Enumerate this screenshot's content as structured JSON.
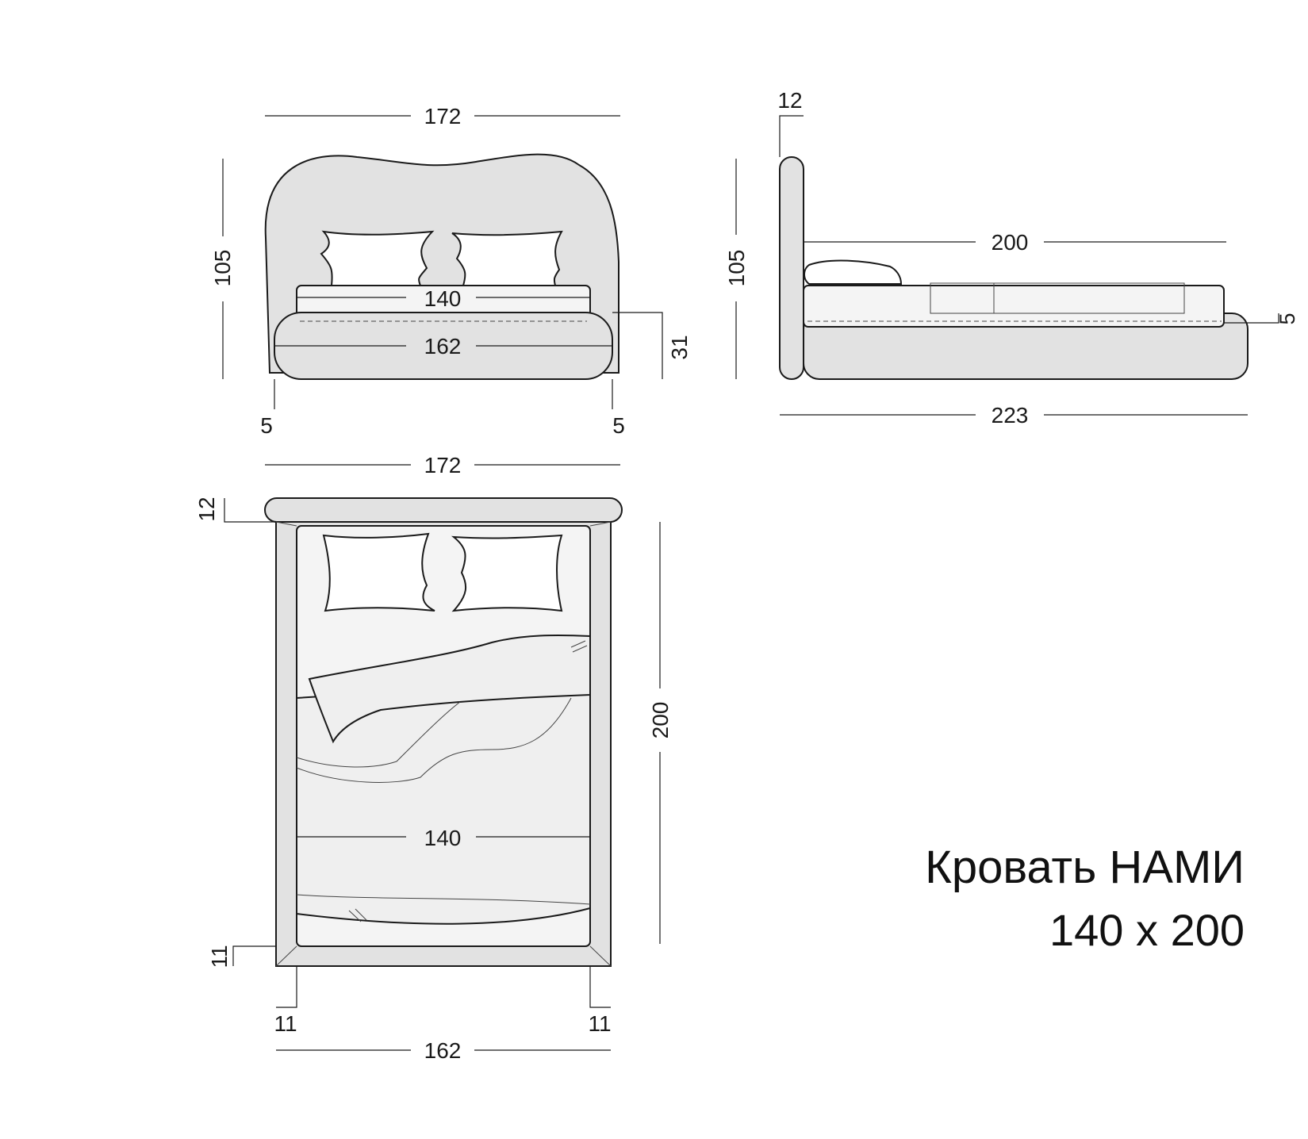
{
  "title": {
    "name": "Кровать НАМИ",
    "size": "140 x 200"
  },
  "colors": {
    "upholstery": "#e2e2e2",
    "mattress": "#f4f4f4",
    "blanket": "#efefef",
    "line": "#1a1a1a"
  },
  "front_view": {
    "overall_width": "172",
    "height": "105",
    "mattress_width": "140",
    "base_width": "162",
    "base_height": "31",
    "side_left": "5",
    "side_right": "5"
  },
  "side_view": {
    "headboard_thickness": "12",
    "height": "105",
    "length": "200",
    "total_length": "223",
    "mattress_offset": "5"
  },
  "top_view": {
    "overall_width": "172",
    "headboard_depth": "12",
    "length": "200",
    "mattress_width": "140",
    "frame_end": "11",
    "frame_left": "11",
    "frame_right": "11",
    "base_width": "162"
  }
}
